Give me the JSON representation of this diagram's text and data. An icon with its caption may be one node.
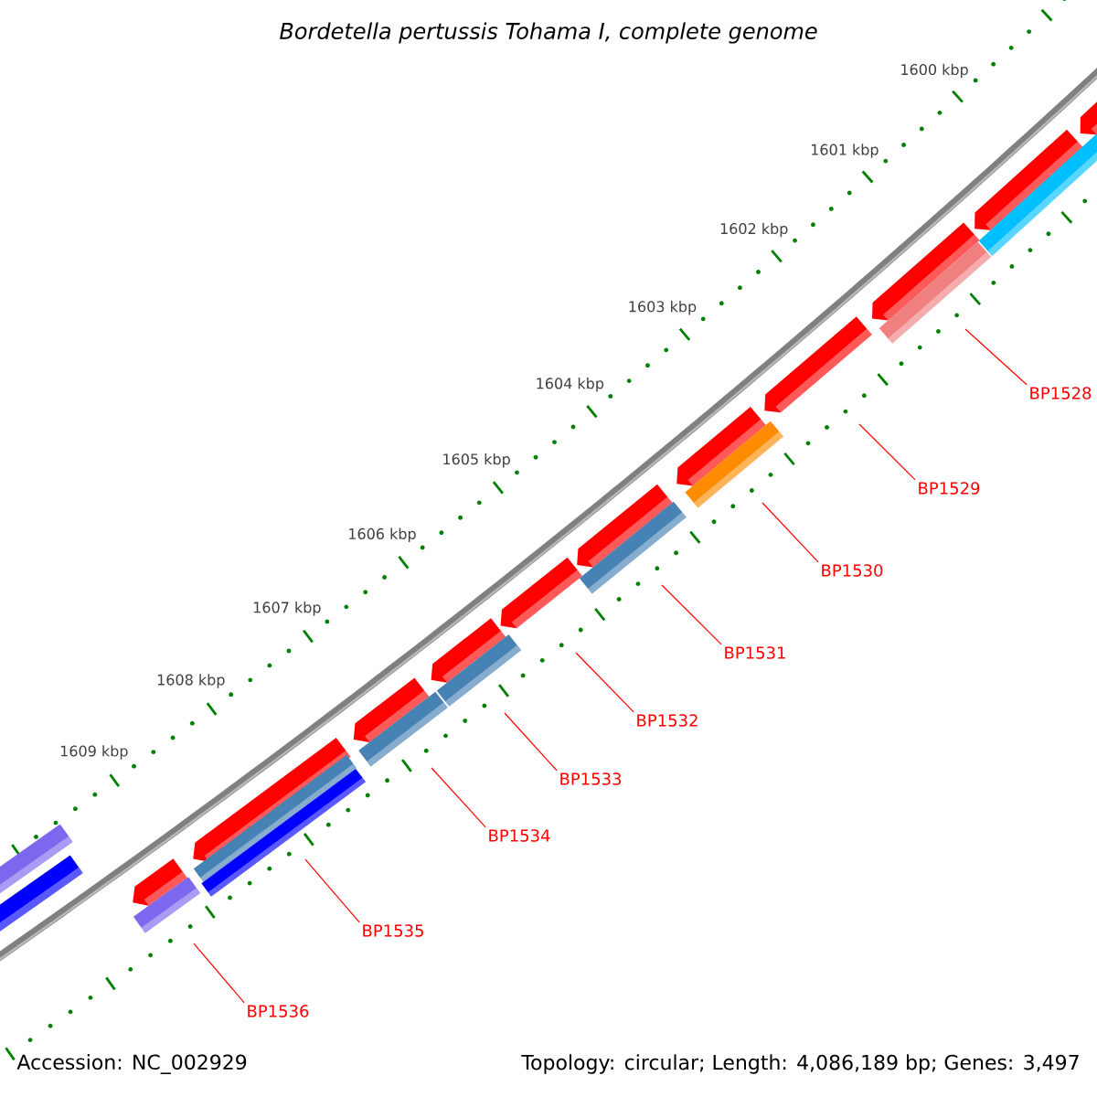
{
  "diagram": {
    "title": "Bordetella pertussis Tohama I, complete genome",
    "nodes": [
      {
        "text": [
          "BP1528"
        ]
      },
      {
        "text": [
          "BP1529"
        ]
      },
      {
        "text": [
          "BP1530"
        ]
      },
      {
        "text": [
          "BP1531"
        ]
      },
      {
        "text": [
          "BP1532"
        ]
      },
      {
        "text": [
          "BP1533"
        ]
      },
      {
        "text": [
          "BP1534"
        ]
      },
      {
        "text": [
          "BP1535"
        ]
      },
      {
        "text": [
          "BP1536"
        ]
      }
    ],
    "edges": [
      {
        "from": 0,
        "to": null,
        "arrow": "none"
      },
      {
        "from": 1,
        "to": null,
        "arrow": "none"
      },
      {
        "from": 2,
        "to": null,
        "arrow": "none"
      },
      {
        "from": 3,
        "to": null,
        "arrow": "none"
      },
      {
        "from": 4,
        "to": null,
        "arrow": "none"
      },
      {
        "from": 5,
        "to": null,
        "arrow": "none"
      },
      {
        "from": 6,
        "to": null,
        "arrow": "none"
      },
      {
        "from": 7,
        "to": null,
        "arrow": "none"
      },
      {
        "from": 8,
        "to": null,
        "arrow": "none"
      }
    ],
    "labels": [
      "1600 kbp",
      "1601 kbp",
      "1602 kbp",
      "1603 kbp",
      "1604 kbp",
      "1605 kbp",
      "1606 kbp",
      "1607 kbp",
      "1608 kbp",
      "1609 kbp",
      "Accession: NC_002929",
      "Topology: circular; Length: 4,086,189 bp; Genes: 3,497"
    ]
  }
}
